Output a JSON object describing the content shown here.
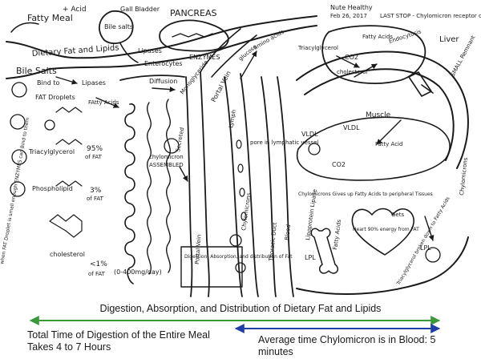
{
  "colors": {
    "ink": "#1a1a1a",
    "green_arrow": "#3a9a3a",
    "blue_arrow": "#1f3fa8"
  },
  "labels": {
    "fatty_meal": "Fatty Meal",
    "acid_top": "+ Acid",
    "dietary_fat": "Dietary Fat and Lipids",
    "gall_bladder": "Gall Bladder",
    "bile_salts_small": "Bile salts",
    "pancreas": "PANCREAS",
    "lipases_top": "Lipases",
    "enzymes_top": "ENZYMES",
    "enterocytes": "Enterocytes",
    "monoglyceride": "Monoglyceride",
    "portal_vein_top": "Portal Vein",
    "amino_acids": "amino acids",
    "glucose": "glucose",
    "nutehealthy": "Nute Healthy",
    "date": "Feb 26, 2017",
    "last_stop": "LAST STOP - Chylomicron receptor on Liver",
    "liver": "Liver",
    "triacylglycerol_liver": "Triacylglycerol",
    "fatty_acids_liver": "Fatty Acids",
    "co2_liver": "CO2",
    "cholesterol_liver": "cholesterol",
    "endocytosis": "Endocytosis",
    "small_remnant": "SMALL Remnant",
    "bile_salts_big": "Bile Salts",
    "bind_to": "Bind to",
    "fat_droplets": "FAT Droplets",
    "lipases_left": "Lipases",
    "diffusion": "Diffusion",
    "fatty_acids_mid": "FAtty Acids",
    "triacylglycerol_left": "Triacylglycerol",
    "pct_95": "95%",
    "of_fat_95": "of FAT",
    "phospholipid": "Phospholipid",
    "pct_3": "3%",
    "of_fat_3": "of FAT",
    "cholesterol_left": "cholesterol",
    "pct_1": "<1%",
    "of_fat_1": "of FAT",
    "dose": "(0-400mg/day)",
    "chylomicron": "chylomicron",
    "assembled": "ASSEMBLED",
    "secreted": "Secreted",
    "portal_vein_mid": "Portal Vein",
    "lymph": "Lymph",
    "pore": "pore in lymphatic vessel",
    "chylomicrons_v": "Chylomicrons",
    "thoracic_duct": "Thoracic Duct",
    "blood": "Blood",
    "lipoprotein_lipase": "Lipoprotein Lipase",
    "vldl_mid": "VLDL",
    "vldl_right": "VLDL",
    "muscle": "Muscle",
    "fatty_acid_muscle": "Fatty Acid",
    "co2_muscle": "CO2",
    "chylomicrons_right": "Chylomicrons",
    "gives_up": "Chylomicrons Gives up Fatty Acids to peripheral Tissues",
    "fatty_acids_lower": "Fatty Acids",
    "heart": "Heart 90% energy from FAT",
    "lpl1": "LPL",
    "lpl2": "LPL",
    "gets": "Gets",
    "triacylglycerol_broken": "Triacylglycerol broken down to Fatty Acids",
    "when_fat": "when FAT Droplet is small enough ENZYMES can Bind to them",
    "digestion_box": "Digestion, Absorption, and distribution of Fat"
  },
  "caption": "Digestion, Absorption, and Distribution of Dietary Fat and Lipids",
  "notes": {
    "left": "Total Time of Digestion of the Entire Meal Takes 4 to 7 Hours",
    "right": "Average time Chylomicron is in Blood: 5 minutes"
  }
}
